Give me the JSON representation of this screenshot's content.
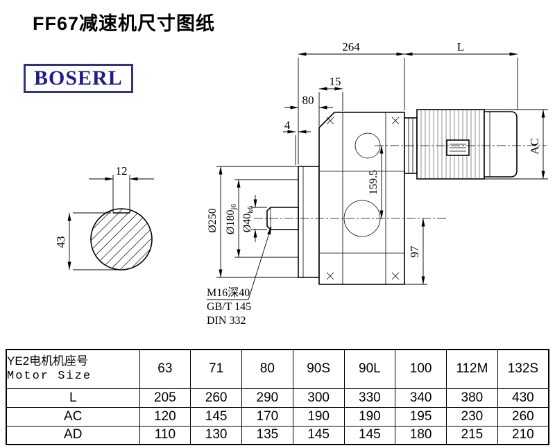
{
  "page": {
    "title": "FF67减速机尺寸图纸",
    "logo_text": "BOSERL"
  },
  "drawing": {
    "dims": {
      "housing_length": "264",
      "motor_length": "L",
      "d15": "15",
      "d80": "80",
      "d4": "4",
      "motor_diameter": "AC",
      "axis_distance": "159.5",
      "d97": "97",
      "flange_od": "Ø250",
      "spigot_main": "Ø180",
      "spigot_fit": "j6",
      "shaft_main": "Ø40",
      "shaft_fit": "k6",
      "key_width": "12",
      "key_height": "43",
      "thread_note": "M16深40",
      "thread_std1": "GB/T 145",
      "thread_std2": "DIN 332"
    }
  },
  "table": {
    "header": {
      "label_cn": "YE2电机机座号",
      "label_en": "Motor Size",
      "sizes": [
        "63",
        "71",
        "80",
        "90S",
        "90L",
        "100",
        "112M",
        "132S"
      ]
    },
    "rows": [
      {
        "label": "L",
        "values": [
          "205",
          "260",
          "290",
          "300",
          "330",
          "340",
          "380",
          "430"
        ]
      },
      {
        "label": "AC",
        "values": [
          "120",
          "145",
          "170",
          "190",
          "190",
          "195",
          "230",
          "260"
        ]
      },
      {
        "label": "AD",
        "values": [
          "110",
          "130",
          "135",
          "145",
          "145",
          "180",
          "215",
          "210"
        ]
      }
    ]
  },
  "colors": {
    "logo_border": "#32327e",
    "logo_text": "#1d1d8c",
    "line": "#000000"
  }
}
